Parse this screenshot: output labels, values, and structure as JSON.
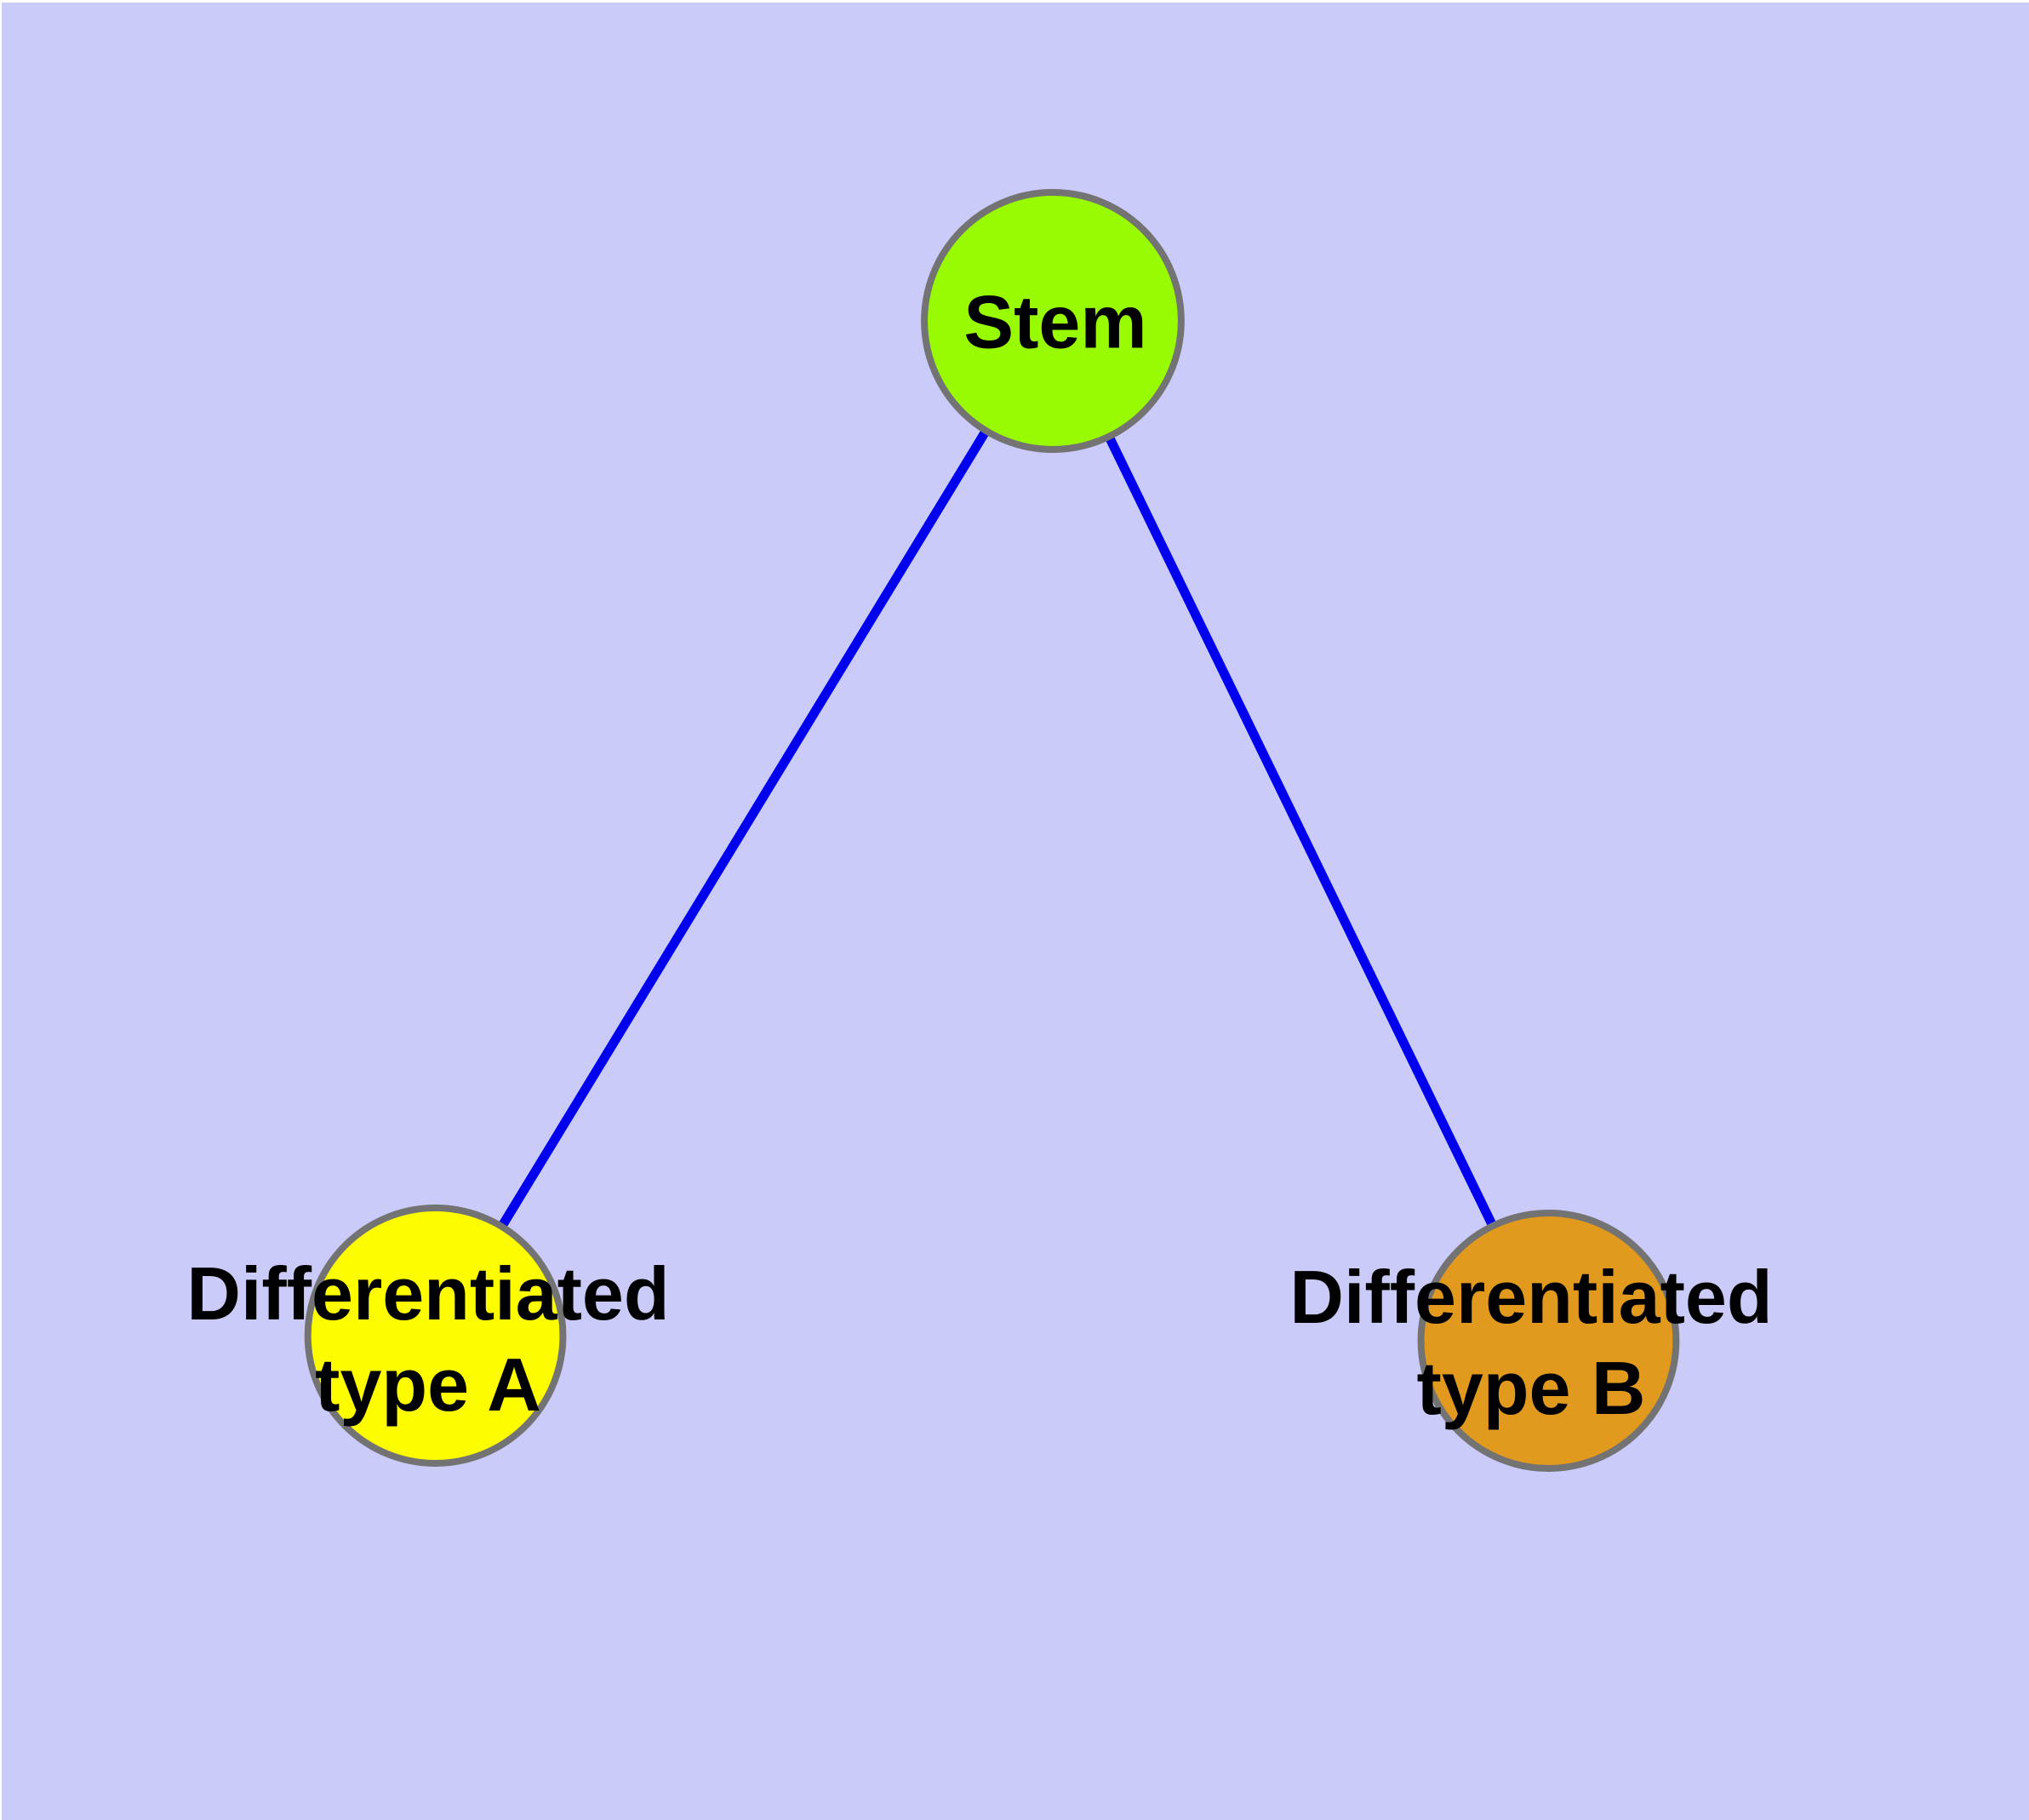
{
  "diagram": {
    "type": "node-link-graph",
    "background_color": "#cbcbf9",
    "margin_color": "#ffffff",
    "edge_color": "#0000ee",
    "node_border_color": "#737373",
    "label_color": "#000000",
    "nodes": [
      {
        "id": "stem",
        "label": "Stem",
        "lines": [
          "Stem"
        ],
        "fill_color": "#99fb02"
      },
      {
        "id": "differentiated-type-a",
        "label": "Differentiated type A",
        "lines": [
          "Differentiated",
          "type A"
        ],
        "fill_color": "#fdfd00"
      },
      {
        "id": "differentiated-type-b",
        "label": "Differentiated type B",
        "lines": [
          "Differentiated",
          "type B"
        ],
        "fill_color": "#e1991e"
      }
    ],
    "edges": [
      {
        "from": "Stem",
        "to": "Differentiated type A"
      },
      {
        "from": "Stem",
        "to": "Differentiated type B"
      }
    ]
  }
}
